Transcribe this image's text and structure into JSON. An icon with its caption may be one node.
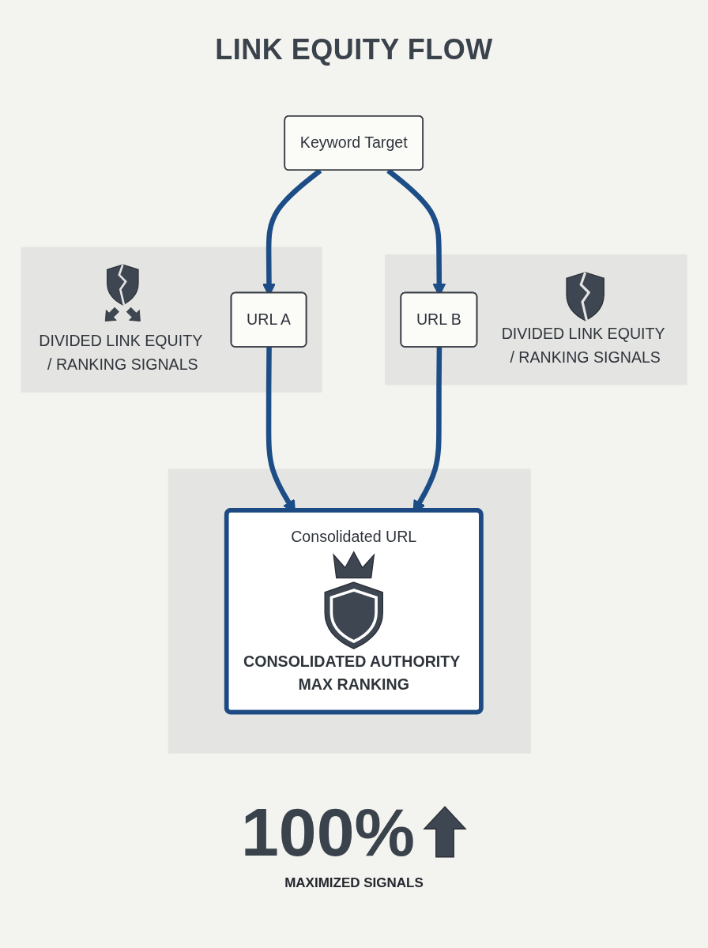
{
  "diagram": {
    "title": "LINK EQUITY FLOW",
    "nodes": [
      {
        "text": [
          "Keyword Target"
        ]
      },
      {
        "text": [
          "DIVIDED LINK EQUITY / RANKING SIGNALS"
        ]
      },
      {
        "text": [
          "URL A"
        ],
        "in": 1
      },
      {
        "text": [
          "DIVIDED LINK EQUITY / RANKING SIGNALS"
        ]
      },
      {
        "text": [
          "URL B"
        ],
        "in": 3
      },
      {
        "text": [],
        "shape": "box"
      },
      {
        "text": [
          "Consolidated URL",
          "CONSOLIDATED AUTHORITY MAX RANKING"
        ],
        "in": 5
      }
    ],
    "edges": [
      {
        "from": 0,
        "to": 2,
        "arrow": "to"
      },
      {
        "from": 0,
        "to": 4,
        "arrow": "to"
      },
      {
        "from": 2,
        "to": 6,
        "arrow": "to"
      },
      {
        "from": 4,
        "to": 6,
        "arrow": "to"
      }
    ],
    "labels": [
      "100%",
      "MAXIMIZED SIGNALS"
    ]
  }
}
